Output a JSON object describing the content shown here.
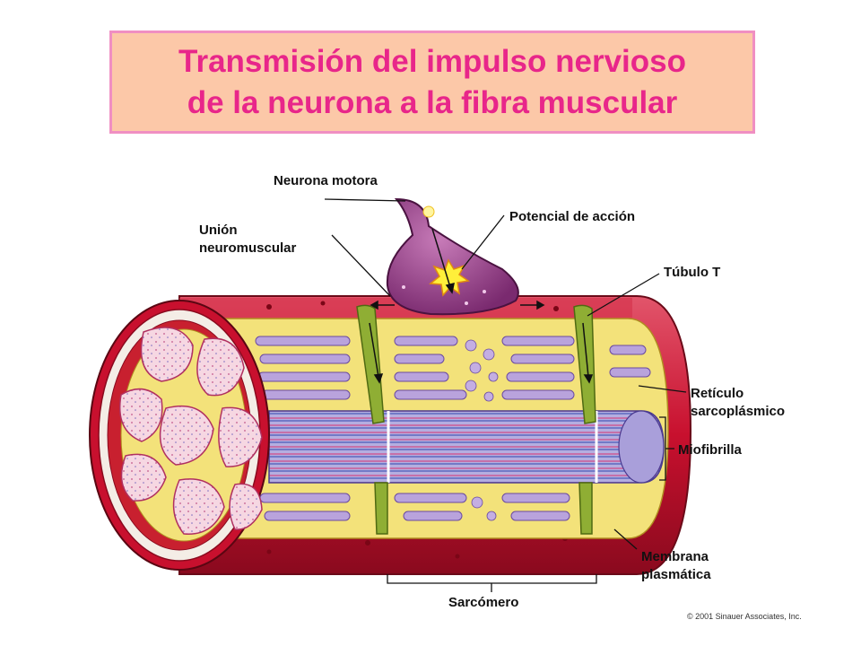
{
  "title": {
    "line1": "Transmisión del impulso nervioso",
    "line2": "de la neurona a la fibra muscular"
  },
  "labels": {
    "neurona_motora": "Neurona motora",
    "union_1": "Unión",
    "union_2": "neuromuscular",
    "potencial": "Potencial de acción",
    "tubulo_t": "Túbulo T",
    "reticulo_1": "Retículo",
    "reticulo_2": "sarcoplásmico",
    "miofibrilla": "Miofibrilla",
    "membrana_1": "Membrana",
    "membrana_2": "plasmática",
    "sarcomero": "Sarcómero"
  },
  "copyright": "© 2001 Sinauer Associates, Inc.",
  "colors": {
    "title_text": "#e8268a",
    "title_bg": "#fcc8a8",
    "title_border": "#f08fc2",
    "muscle_red": "#c8102e",
    "reticulum_yellow": "#f3e27a",
    "myofibril_purple": "#9a8fd0",
    "neuron_purple": "#9c3f8f",
    "ttubule_green": "#7f9a2a"
  }
}
